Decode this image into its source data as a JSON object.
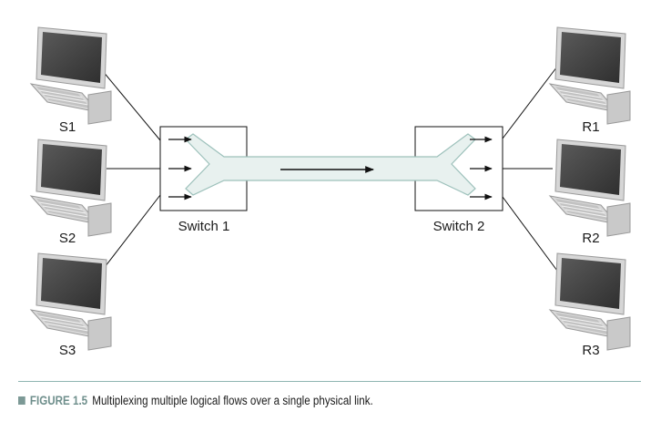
{
  "figure": {
    "number": "FIGURE 1.5",
    "caption": "Multiplexing multiple logical flows over a single physical link."
  },
  "senders": [
    {
      "label": "S1"
    },
    {
      "label": "S2"
    },
    {
      "label": "S3"
    }
  ],
  "receivers": [
    {
      "label": "R1"
    },
    {
      "label": "R2"
    },
    {
      "label": "R3"
    }
  ],
  "switches": [
    {
      "label": "Switch 1"
    },
    {
      "label": "Switch 2"
    }
  ],
  "colors": {
    "link_fill": "#e8f1ef",
    "link_stroke": "#9dc1bb",
    "screen": "#444444",
    "keyboard": "#c8c8c8",
    "caption_accent": "#6f8f8c",
    "rule": "#8fb5b1"
  }
}
